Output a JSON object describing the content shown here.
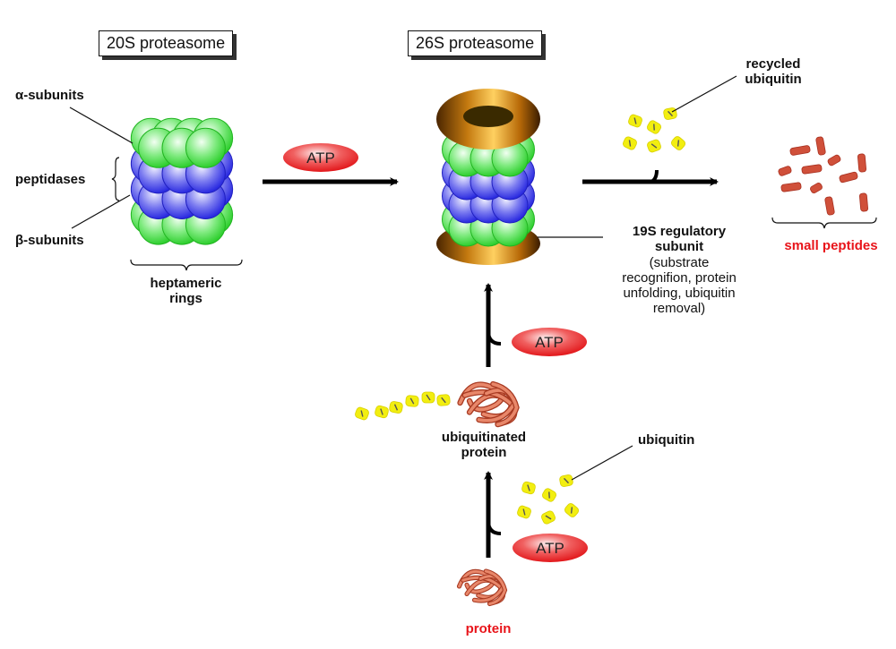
{
  "title_20s": "20S proteasome",
  "title_26s": "26S proteasome",
  "labels": {
    "alpha": "α-subunits",
    "peptidases": "peptidases",
    "beta": "β-subunits",
    "heptameric_1": "heptameric",
    "heptameric_2": "rings",
    "recycled_1": "recycled",
    "recycled_2": "ubiquitin",
    "reg_1": "19S regulatory",
    "reg_2": "subunit",
    "reg_3": "(substrate",
    "reg_4": "recognifion, protein",
    "reg_5": "unfolding, ubiquitin",
    "reg_6": "removal)",
    "small_peptides": "small peptides",
    "ubiq_protein_1": "ubiquitinated",
    "ubiq_protein_2": "protein",
    "ubiquitin": "ubiquitin",
    "protein": "protein"
  },
  "atp": {
    "top": "ATP",
    "middle": "ATP",
    "bottom": "ATP"
  },
  "colors": {
    "alpha_subunit": "#3ddc3d",
    "beta_subunit": "#3a3ae8",
    "regulatory_cap": "#a0620a",
    "ubiquitin": "#f2ee10",
    "peptide": "#d0503a",
    "atp": "#e8141a",
    "highlight_text": "#e8141a"
  }
}
